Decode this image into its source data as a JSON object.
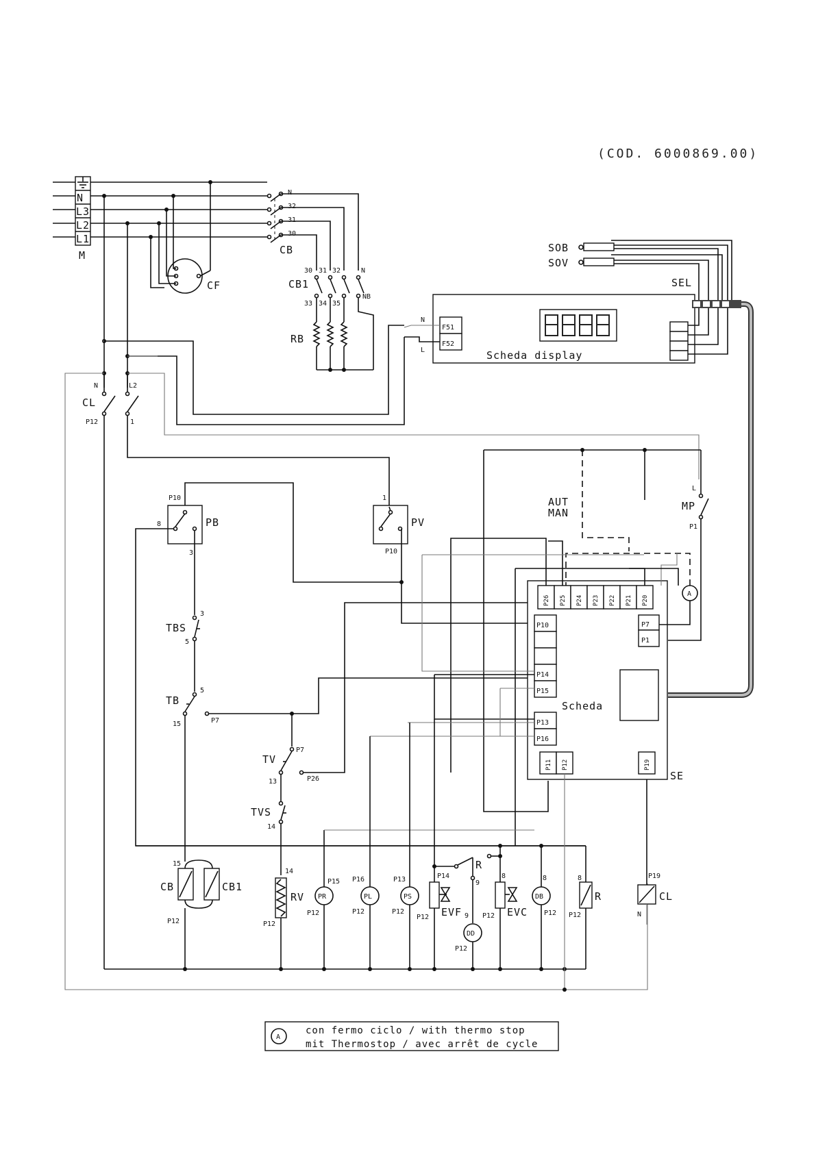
{
  "document": {
    "code": "(COD. 6000869.00)"
  },
  "terminal_block": {
    "name": "M",
    "terminals": [
      "N",
      "L3",
      "L2",
      "L1"
    ]
  },
  "components": {
    "cf": "CF",
    "cb_switch": "CB",
    "cb_poles": [
      "N",
      "32",
      "31",
      "30"
    ],
    "cb1": "CB1",
    "cb1_top": [
      "30",
      "31",
      "32",
      "N"
    ],
    "cb1_bottom": [
      "33",
      "34",
      "35"
    ],
    "nb": "NB",
    "rb": "RB",
    "sob": "SOB",
    "sov": "SOV",
    "sel": "SEL",
    "display_board": "Scheda display",
    "display_n": "N",
    "display_l": "L",
    "f51": "F51",
    "f52": "F52",
    "cl_switch": "CL",
    "cl_n": "N",
    "cl_l2": "L2",
    "cl_p12": "P12",
    "cl_1": "1",
    "pb": "PB",
    "pb_p10": "P10",
    "pb_8": "8",
    "pb_3": "3",
    "pv": "PV",
    "pv_1": "1",
    "pv_p10": "P10",
    "aut": "AUT",
    "man": "MAN",
    "mp": "MP",
    "mp_l": "L",
    "mp_p1": "P1",
    "tbs": "TBS",
    "tbs_3": "3",
    "tbs_5": "5",
    "tb": "TB",
    "tb_5": "5",
    "tb_15": "15",
    "tb_p7": "P7",
    "tv": "TV",
    "tv_p7": "P7",
    "tv_13": "13",
    "tv_p26": "P26",
    "tvs": "TVS",
    "tvs_14": "14",
    "thermo_symbol": "A",
    "main_board": "Scheda",
    "se": "SE",
    "top_ports": [
      "P26",
      "P25",
      "P24",
      "P23",
      "P22",
      "P21",
      "P20"
    ],
    "left_ports": [
      "P10",
      "P14",
      "P15",
      "P13",
      "P16"
    ],
    "right_ports": [
      "P7",
      "P1"
    ],
    "bottom_ports": [
      "P11",
      "P12",
      "P19"
    ]
  },
  "loads": [
    {
      "label": "CB",
      "top": "15",
      "bottom": "P12"
    },
    {
      "label": "CB1",
      "top": "",
      "bottom": ""
    },
    {
      "label": "RV",
      "top": "14",
      "bottom": "P12"
    },
    {
      "label": "PR",
      "top": "P15",
      "bottom": "P12"
    },
    {
      "label": "PL",
      "top": "P16",
      "bottom": "P12"
    },
    {
      "label": "PS",
      "top": "P13",
      "bottom": "P12"
    },
    {
      "label": "EVF",
      "top": "P14",
      "bottom": "P12"
    },
    {
      "label": "R",
      "top": "9",
      "bottom": ""
    },
    {
      "label": "DD",
      "top": "9",
      "bottom": "P12"
    },
    {
      "label": "EVC",
      "top": "8",
      "bottom": "P12"
    },
    {
      "label": "DB",
      "top": "8",
      "bottom": "P12"
    },
    {
      "label": "R",
      "top": "8",
      "bottom": "P12"
    },
    {
      "label": "CL",
      "top": "P19",
      "bottom": "N"
    }
  ],
  "legend": {
    "symbol": "A",
    "line1": "con fermo ciclo / with thermo stop",
    "line2": "mit Thermostop / avec arrêt de cycle"
  },
  "display_readout": "8.8.8.8"
}
